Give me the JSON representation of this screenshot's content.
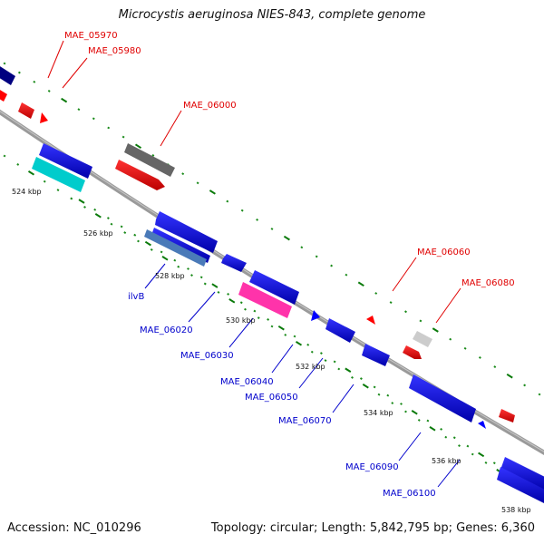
{
  "title": "Microcystis aeruginosa NIES-843, complete genome",
  "footer": {
    "accession": "Accession: NC_010296",
    "topology": "Topology: circular; Length: 5,842,795 bp; Genes: 6,360"
  },
  "colors": {
    "forward_label": "#e00000",
    "reverse_label": "#0000cc",
    "backbone": "#808080",
    "tick_mark": "#0a7a0a",
    "tick_dot": "#1a8a1a"
  },
  "ticks": [
    "524 kbp",
    "526 kbp",
    "528 kbp",
    "530 kbp",
    "532 kbp",
    "534 kbp",
    "536 kbp",
    "538 kbp"
  ],
  "forward_labels": [
    "MAE_05970",
    "MAE_05980",
    "MAE_06000",
    "MAE_06060",
    "MAE_06080"
  ],
  "reverse_labels": [
    "ilvB",
    "MAE_06020",
    "MAE_06030",
    "MAE_06040",
    "MAE_06050",
    "MAE_06070",
    "MAE_06090",
    "MAE_06100"
  ]
}
